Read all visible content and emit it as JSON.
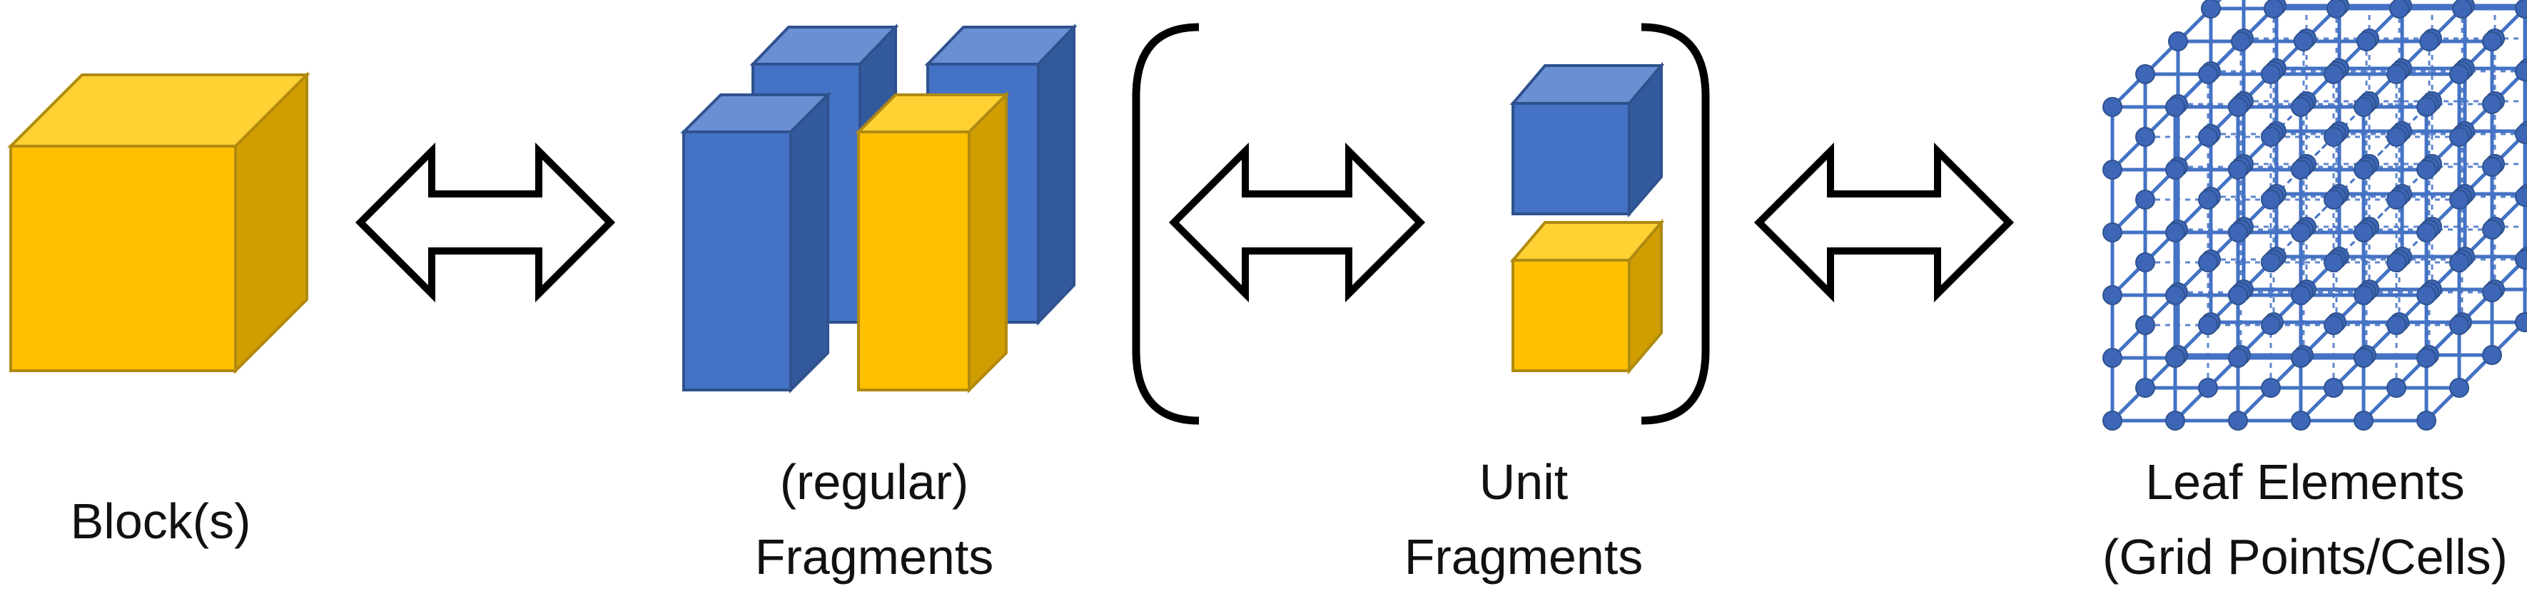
{
  "labels": {
    "block": "Block(s)",
    "regular_fragments_line1": "(regular)",
    "regular_fragments_line2": "Fragments",
    "unit_fragments_line1": "Unit",
    "unit_fragments_line2": "Fragments",
    "leaf_elements_line1": "Leaf Elements",
    "leaf_elements_line2": "(Grid Points/Cells)"
  },
  "colors": {
    "yellow_front": "#FFC000",
    "yellow_top": "#FFD133",
    "yellow_side": "#D09E00",
    "blue_front": "#4472C4",
    "blue_top": "#6A8FD2",
    "blue_side": "#345A9E",
    "edge_yellow": "#B08A10",
    "edge_blue": "#2F528F",
    "grid_line": "#4472C4",
    "grid_node": "#3D66B7",
    "arrow_stroke": "#000000"
  },
  "icons": {
    "block": "block-cube-icon",
    "regular_fragments": "fragment-columns-icon",
    "unit_fragments": "unit-cubes-icon",
    "leaf_elements": "grid-lattice-icon",
    "arrows": "double-arrow-icon"
  }
}
